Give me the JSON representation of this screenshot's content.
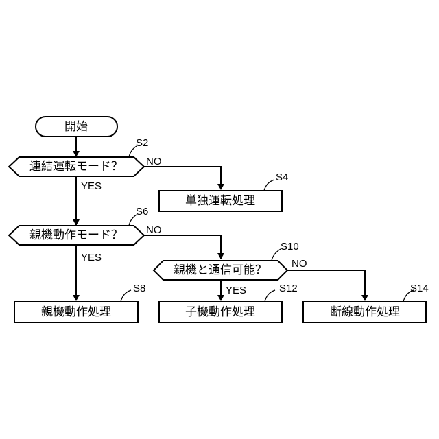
{
  "nodes": {
    "start": {
      "label": "開始"
    },
    "s2": {
      "label": "連結運転モード？",
      "step": "S2"
    },
    "s4": {
      "label": "単独運転処理",
      "step": "S4"
    },
    "s6": {
      "label": "親機動作モード？",
      "step": "S6"
    },
    "s8": {
      "label": "親機動作処理",
      "step": "S8"
    },
    "s10": {
      "label": "親機と通信可能？",
      "step": "S10"
    },
    "s12": {
      "label": "子機動作処理",
      "step": "S12"
    },
    "s14": {
      "label": "断線動作処理",
      "step": "S14"
    }
  },
  "edge_labels": {
    "s2_yes": "YES",
    "s2_no": "NO",
    "s6_yes": "YES",
    "s6_no": "NO",
    "s10_yes": "YES",
    "s10_no": "NO"
  },
  "colors": {
    "stroke": "#000000",
    "background": "#ffffff"
  }
}
